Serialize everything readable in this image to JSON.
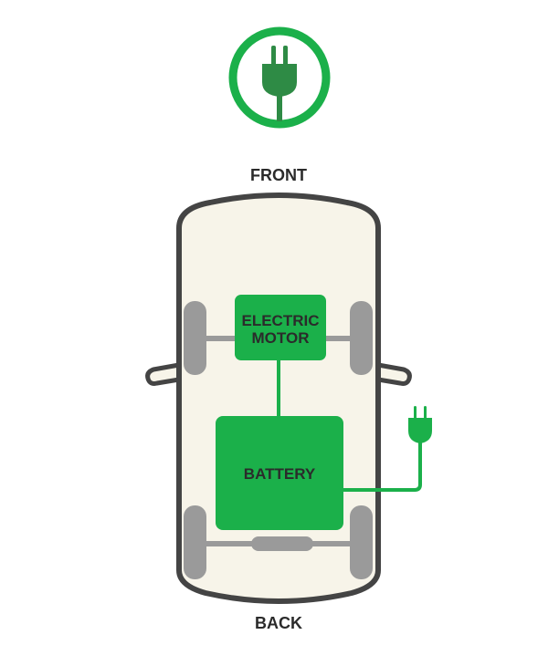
{
  "labels": {
    "front": "FRONT",
    "back": "BACK",
    "motor_line1": "ELECTRIC",
    "motor_line2": "MOTOR",
    "battery": "BATTERY"
  },
  "icons": {
    "top": "plug-icon",
    "side": "plug-icon"
  },
  "colors": {
    "green": "#1bb04a",
    "dark_green": "#2e8b45",
    "car_body": "#f7f4e9",
    "car_outline": "#444444",
    "wheel": "#9a9a9a",
    "label": "#2b2b2b"
  }
}
